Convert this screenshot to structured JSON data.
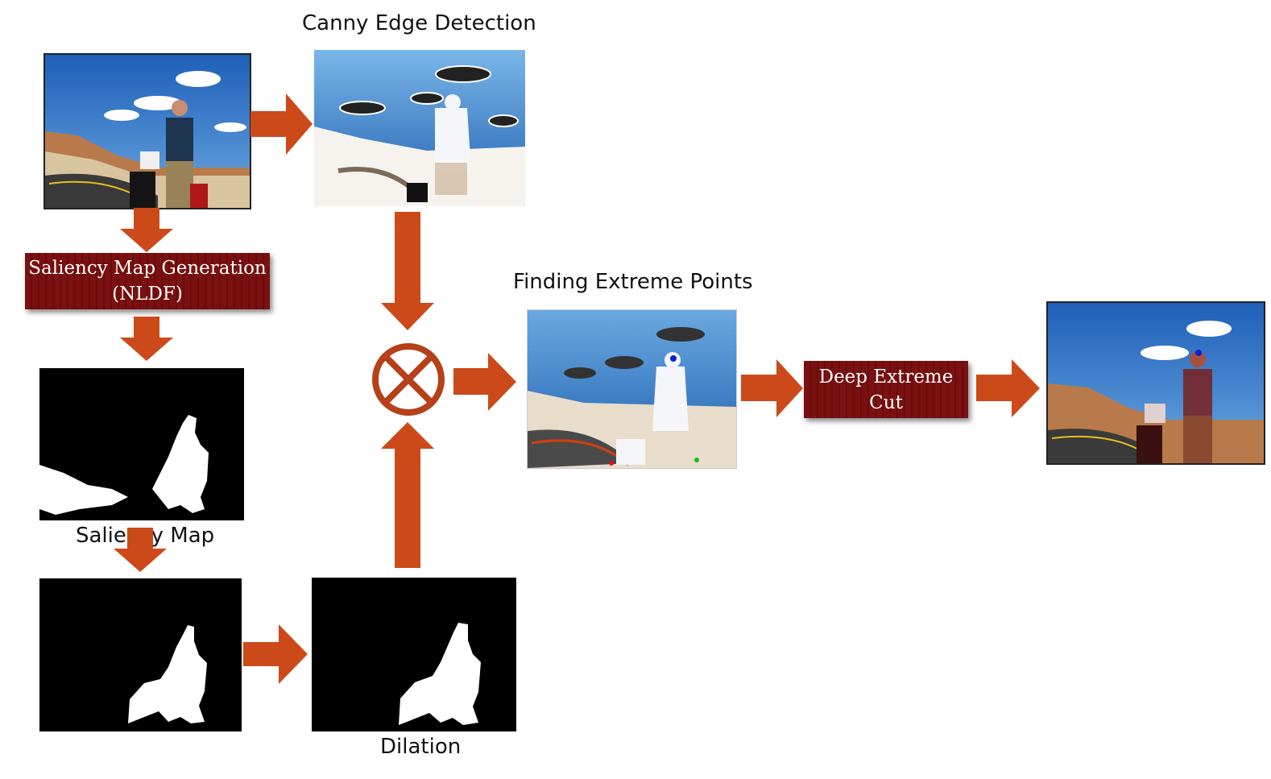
{
  "labels": {
    "canny": "Canny Edge Detection",
    "extreme": "Finding Extreme Points",
    "saliency_map": "Saliency Map",
    "dilation": "Dilation"
  },
  "boxes": {
    "saliency_line1": "Saliency Map Generation",
    "saliency_line2": "(NLDF)",
    "dec_line1": "Deep Extreme",
    "dec_line2": "Cut"
  },
  "colors": {
    "arrow": "#cc4a1a",
    "box": "#7a1010",
    "sky": "#2f6fc0",
    "mask_bg": "#000000",
    "mask_fg": "#ffffff"
  },
  "operator_symbol": "circled-times-icon"
}
